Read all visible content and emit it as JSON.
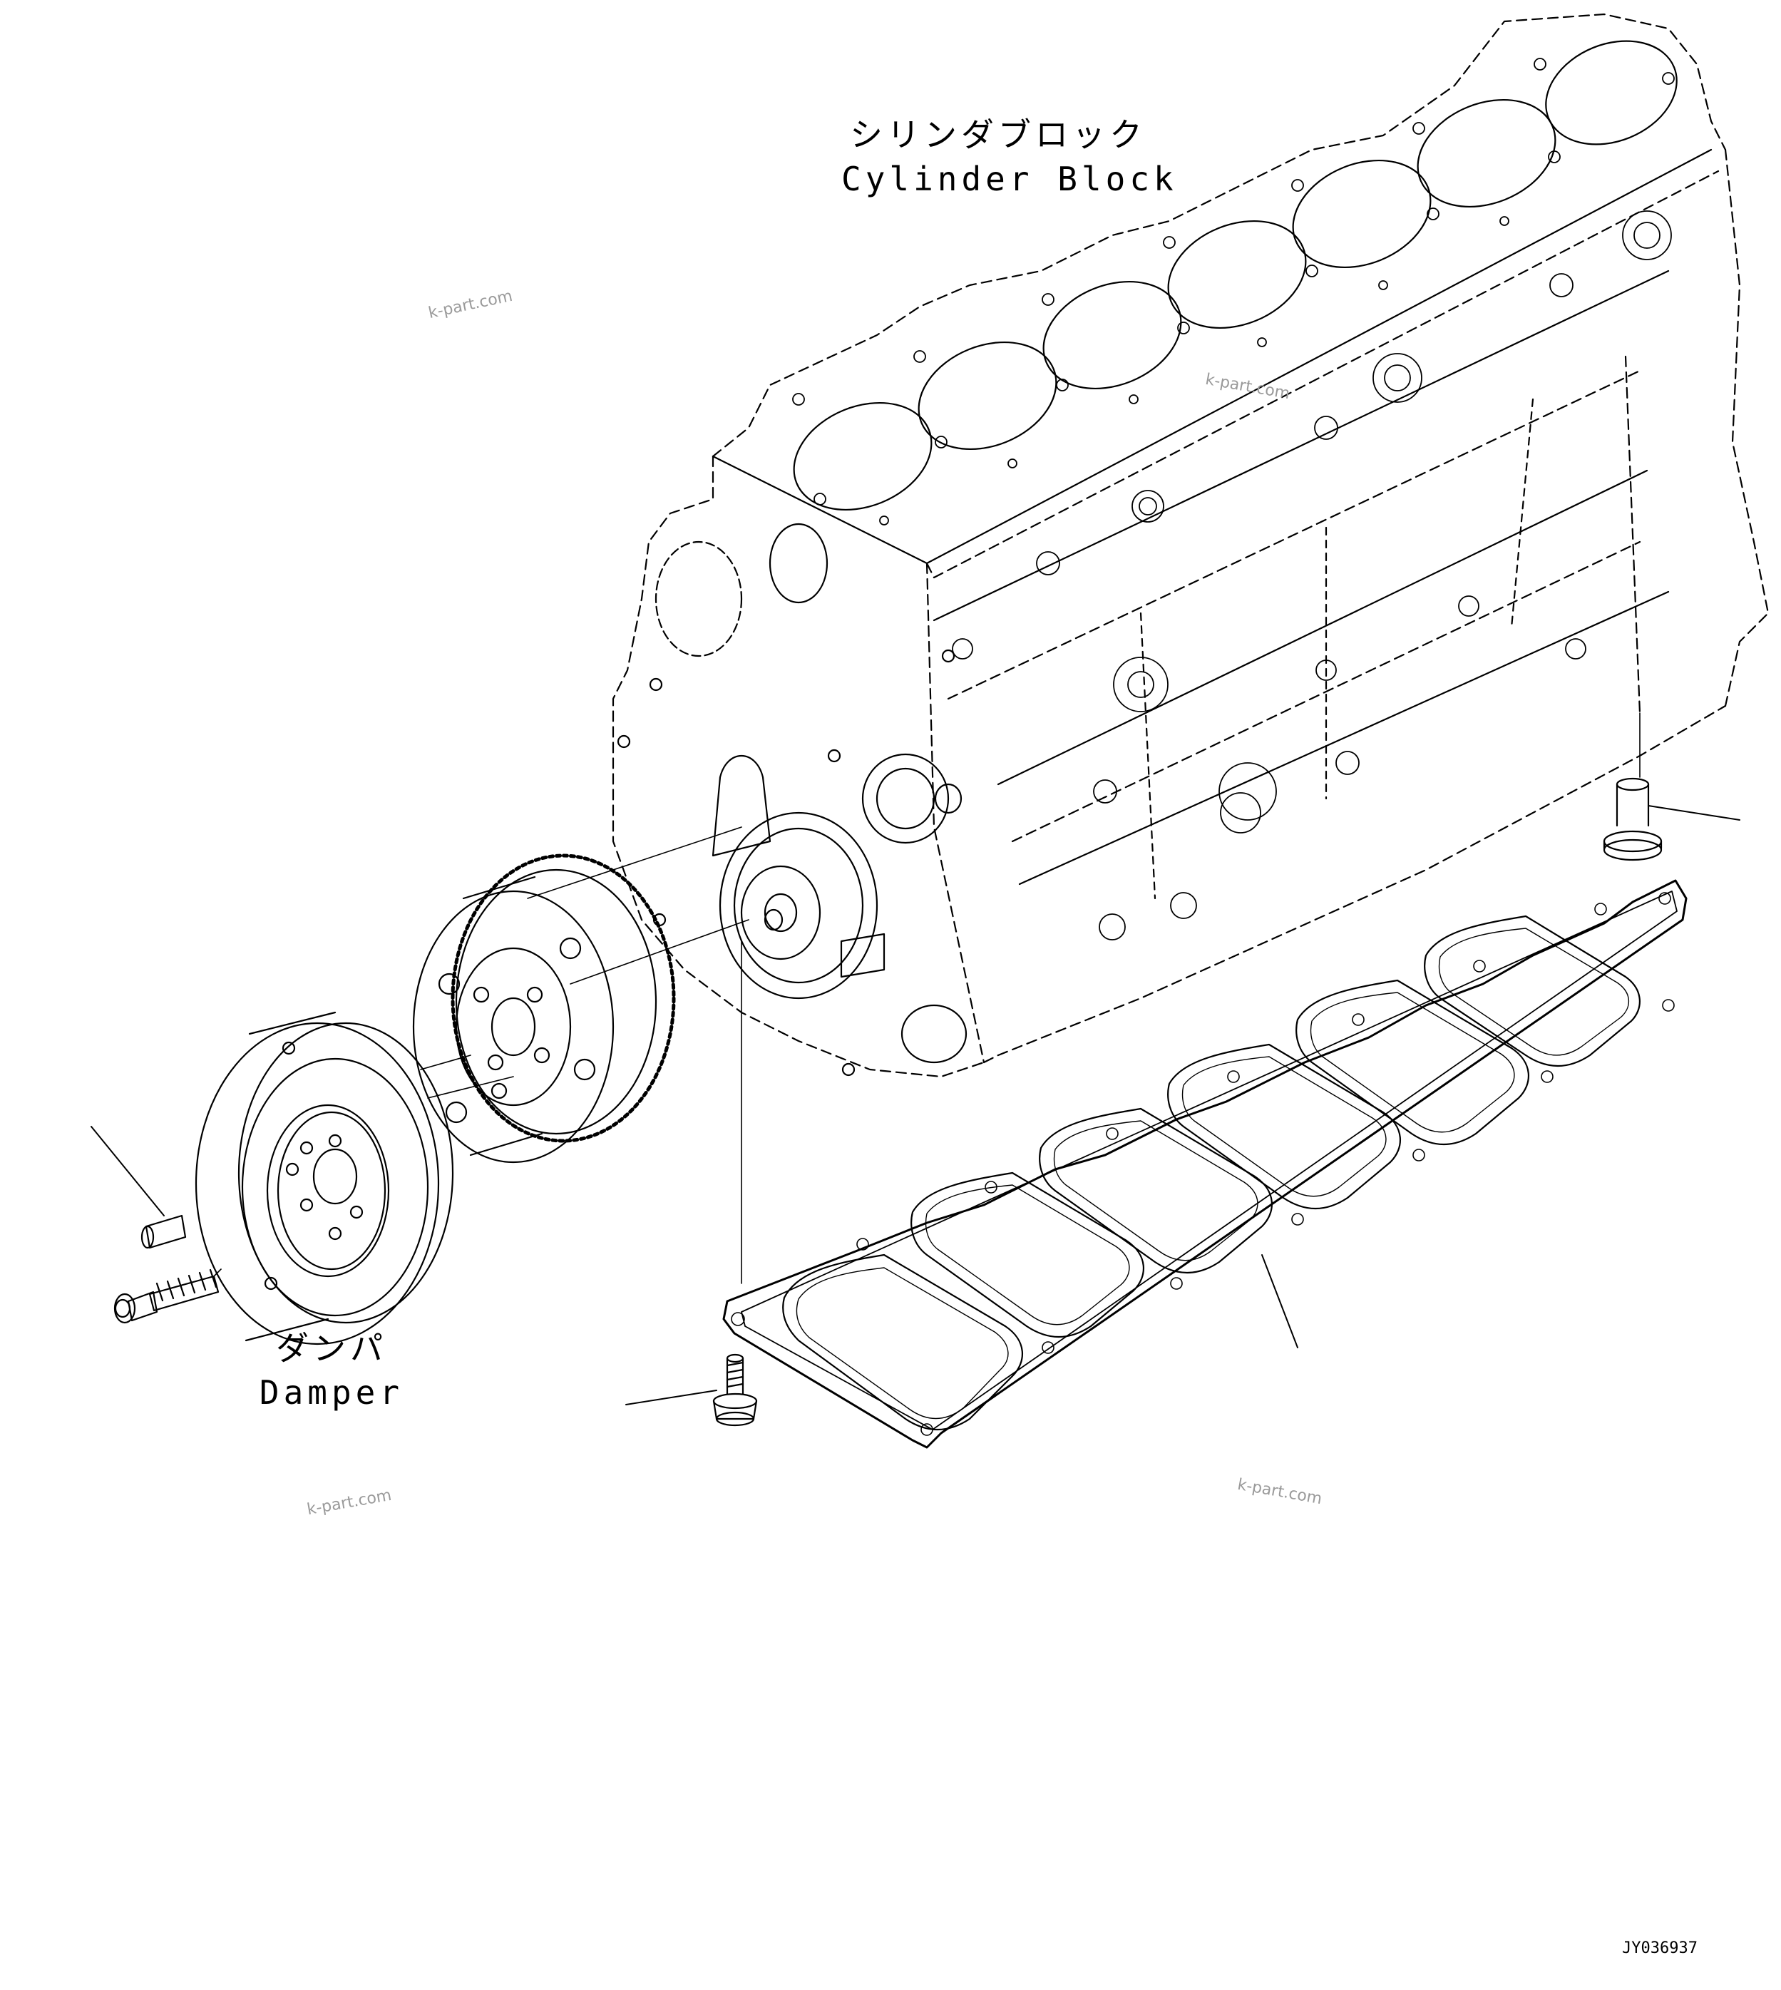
{
  "labels": {
    "cylinder_block_ja": "シリンダブロック",
    "cylinder_block_en": "Cylinder Block",
    "damper_ja": "ダンパ",
    "damper_en": "Damper"
  },
  "watermarks": [
    "k-part.com",
    "k-part.com",
    "k-part.com",
    "k-part.com"
  ],
  "figure_code": "JY036937",
  "colors": {
    "line": "#000000",
    "watermark": "#9a9a9a",
    "background": "#ffffff"
  }
}
